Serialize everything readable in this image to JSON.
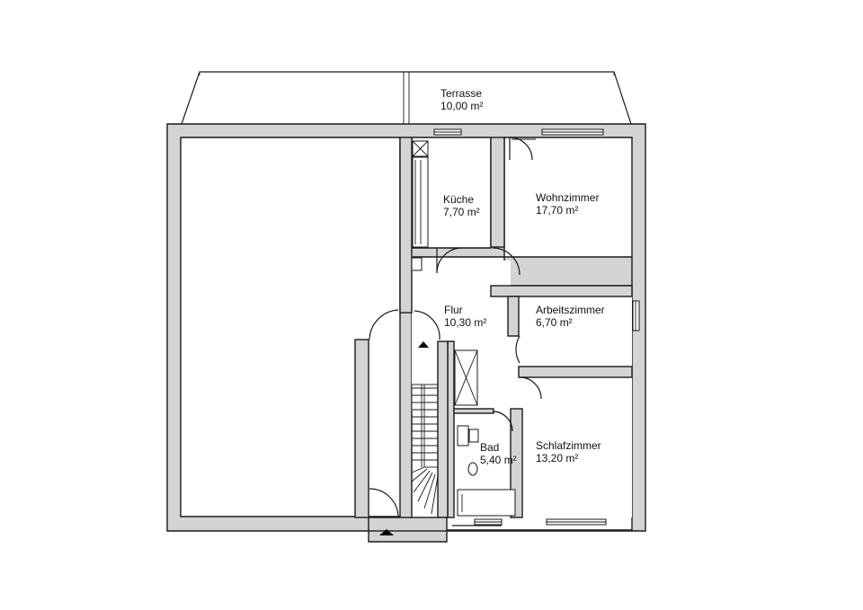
{
  "rooms": {
    "terrasse": {
      "name": "Terrasse",
      "area": "10,00 m²"
    },
    "kueche": {
      "name": "Küche",
      "area": "7,70 m²"
    },
    "wohnzimmer": {
      "name": "Wohnzimmer",
      "area": "17,70 m²"
    },
    "flur": {
      "name": "Flur",
      "area": "10,30 m²"
    },
    "arbeitszimmer": {
      "name": "Arbeitszimmer",
      "area": "6,70 m²"
    },
    "bad": {
      "name": "Bad",
      "area": "5,40 m²"
    },
    "schlafzimmer": {
      "name": "Schlafzimmer",
      "area": "13,20 m²"
    }
  },
  "colors": {
    "wall_fill": "#d4d4d4",
    "line": "#1a1a1a",
    "background": "#ffffff"
  }
}
